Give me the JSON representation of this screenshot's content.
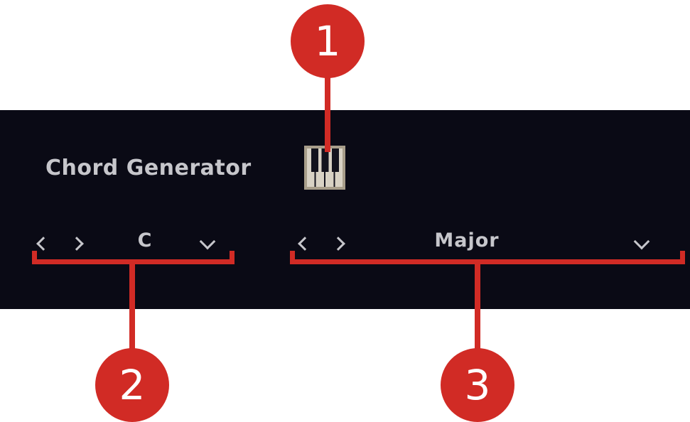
{
  "panel": {
    "title": "Chord Generator",
    "icon": "piano-keyboard-icon"
  },
  "root_selector": {
    "value": "C",
    "prev_icon": "chevron-left",
    "next_icon": "chevron-right",
    "dropdown_icon": "chevron-down"
  },
  "chord_selector": {
    "value": "Major",
    "prev_icon": "chevron-left",
    "next_icon": "chevron-right",
    "dropdown_icon": "chevron-down"
  },
  "annotations": {
    "marker1": "1",
    "marker2": "2",
    "marker3": "3"
  },
  "colors": {
    "panel_bg": "#0a0a15",
    "panel_text": "#c6c6cb",
    "annotation_red": "#d12b25",
    "marker_text": "#ffffff",
    "icon_frame": "#a89e8a",
    "icon_key_white": "#d8d2c4",
    "icon_key_black": "#13131d"
  }
}
